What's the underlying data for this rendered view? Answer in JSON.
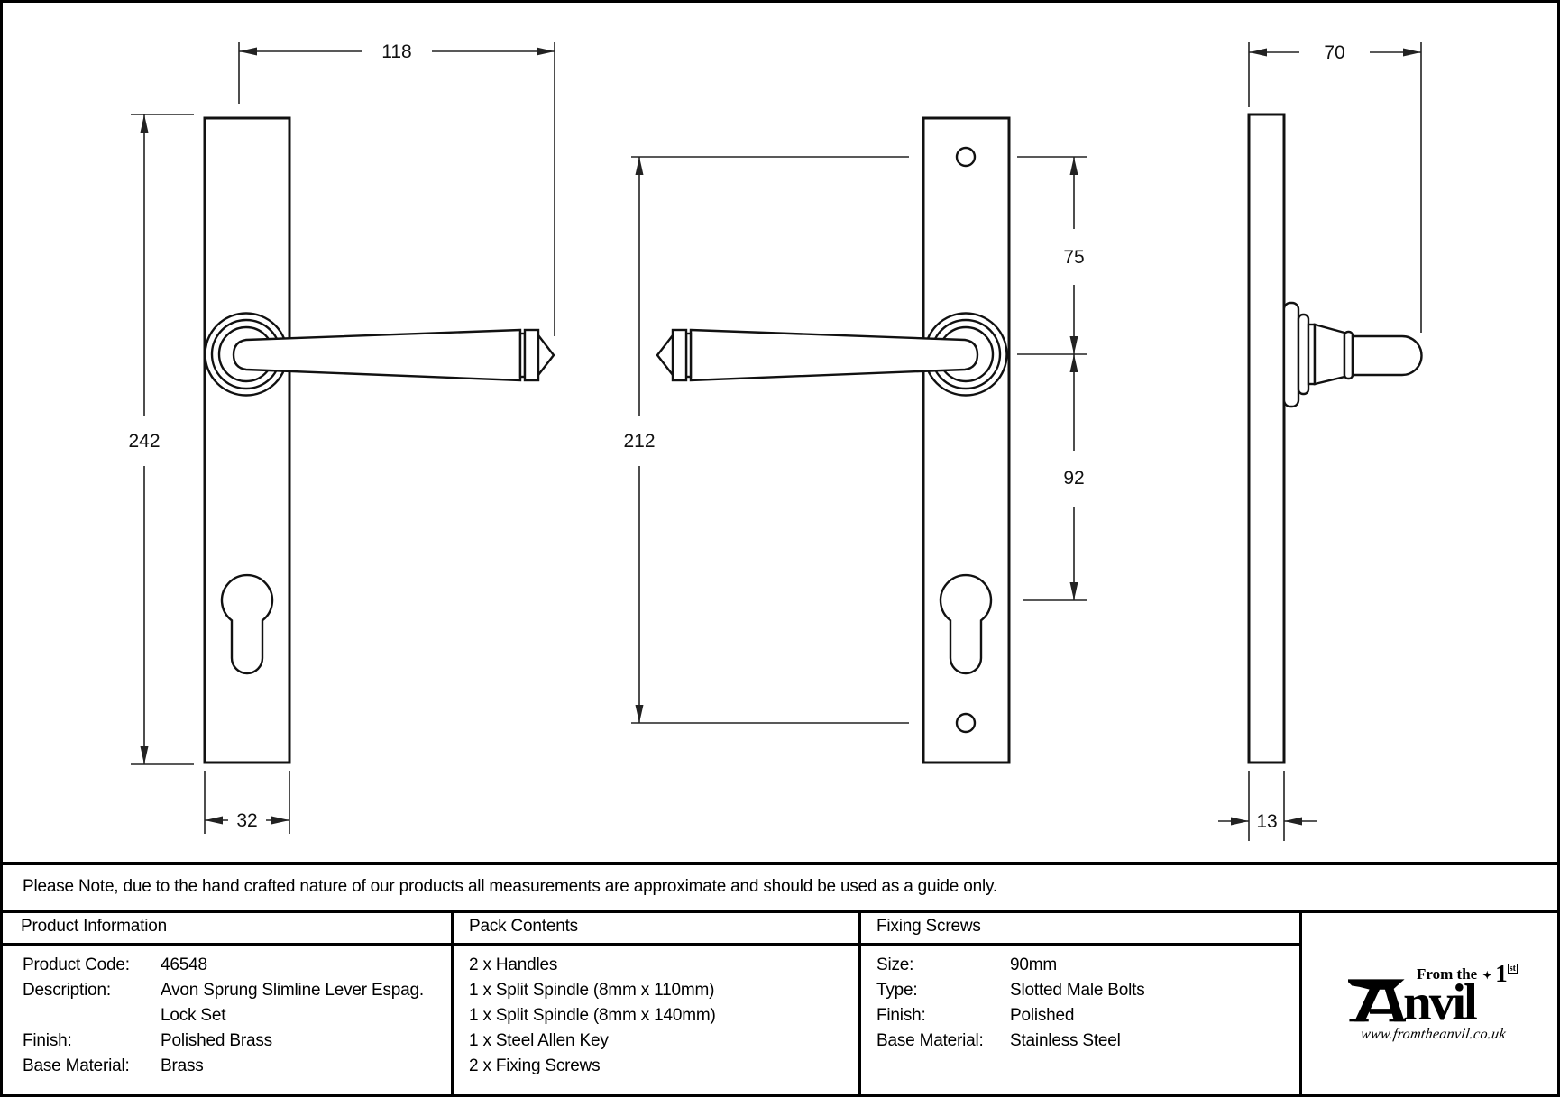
{
  "note": "Please Note, due to the hand crafted nature of our products all measurements are approximate and should be used as a guide only.",
  "dimensions": {
    "lever_length": "118",
    "plate_height": "242",
    "plate_width": "32",
    "fixing_centres": "212",
    "top_fix_to_spindle": "75",
    "spindle_to_cylinder": "92",
    "projection": "70",
    "plate_thickness": "13"
  },
  "table": {
    "product_information": {
      "header": "Product Information",
      "rows": [
        {
          "label": "Product Code:",
          "value": "46548"
        },
        {
          "label": "Description:",
          "value": "Avon Sprung Slimline Lever Espag."
        },
        {
          "label": "",
          "value": "Lock Set"
        },
        {
          "label": "Finish:",
          "value": "Polished Brass"
        },
        {
          "label": "Base Material:",
          "value": "Brass"
        }
      ]
    },
    "pack_contents": {
      "header": "Pack Contents",
      "items": [
        "2 x Handles",
        "1 x Split Spindle (8mm x 110mm)",
        "1 x Split Spindle (8mm x 140mm)",
        "1 x Steel Allen Key",
        "2 x Fixing Screws"
      ]
    },
    "fixing_screws": {
      "header": "Fixing Screws",
      "rows": [
        {
          "label": "Size:",
          "value": "90mm"
        },
        {
          "label": "Type:",
          "value": "Slotted Male Bolts"
        },
        {
          "label": "Finish:",
          "value": "Polished"
        },
        {
          "label": "Base Material:",
          "value": "Stainless Steel"
        }
      ]
    }
  },
  "logo": {
    "name": "Anvil",
    "name_rest": "nvil",
    "tagline": "From the",
    "star": "✦",
    "first": "1",
    "first_sup": "st",
    "website": "www.fromtheanvil.co.uk"
  },
  "colors": {
    "line": "#111111",
    "dim_line": "#222222",
    "background": "#ffffff"
  }
}
